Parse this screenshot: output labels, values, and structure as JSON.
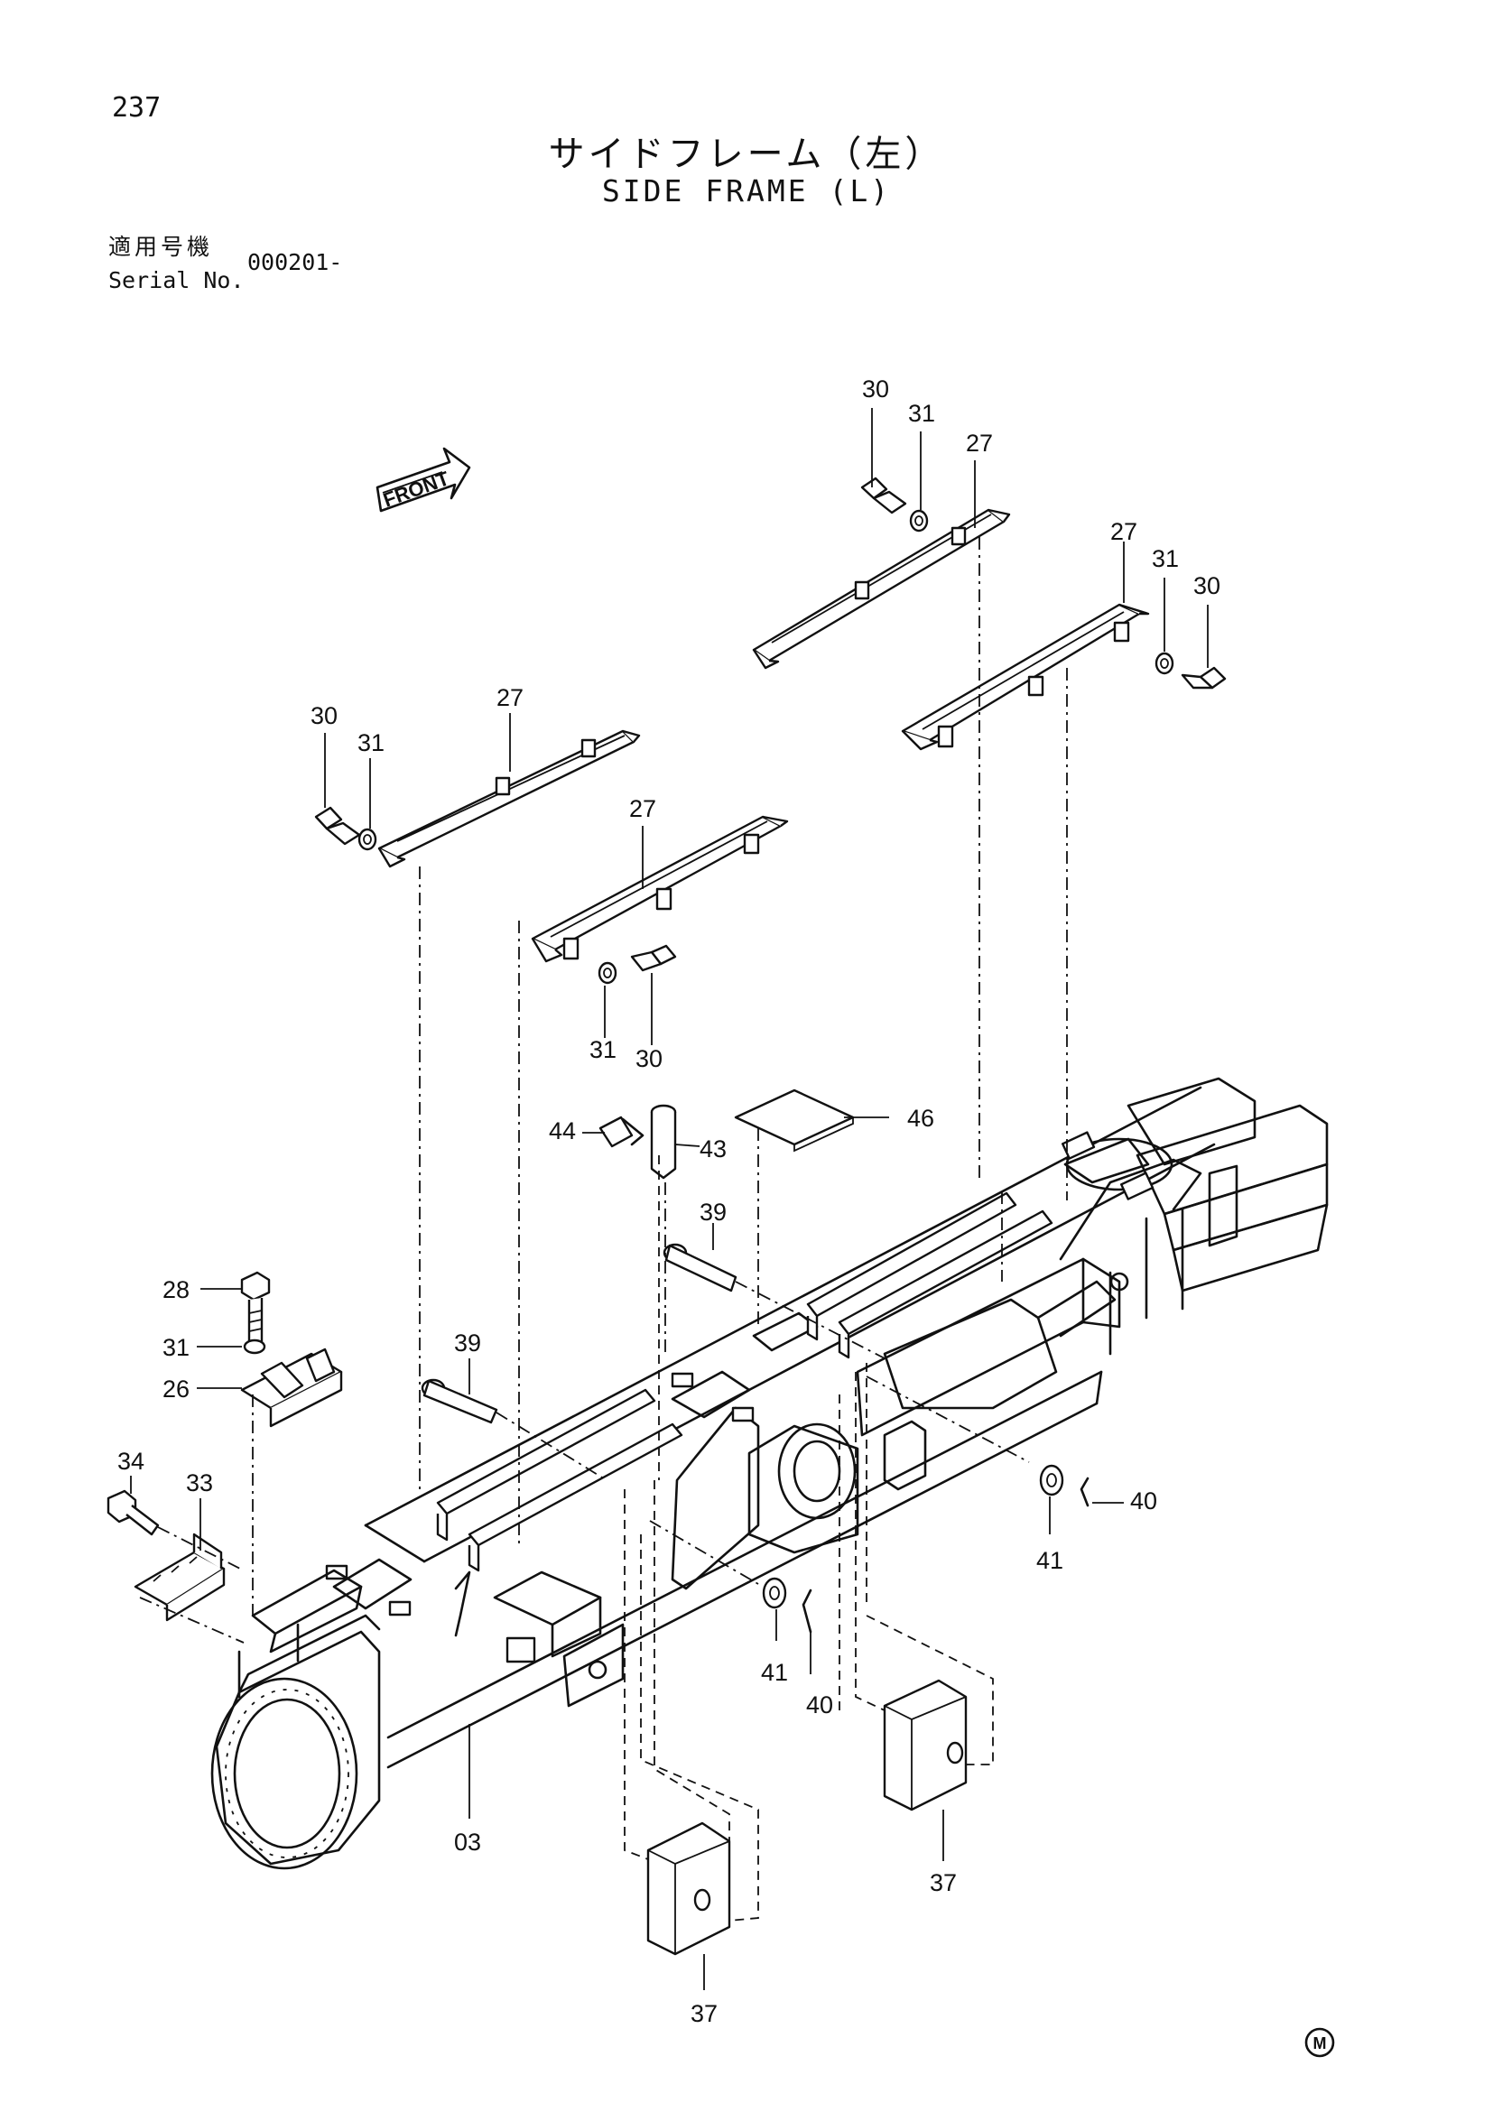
{
  "page": {
    "number": "237"
  },
  "title": {
    "japanese": "サイドフレーム（左）",
    "english": "SIDE FRAME (L)"
  },
  "serial": {
    "label_japanese": "適用号機",
    "label_english": "Serial No.",
    "value": "000201-"
  },
  "front_marker": {
    "label": "FRONT",
    "icon": "front-arrow-icon"
  },
  "maker_mark": {
    "label": "M",
    "icon": "circled-m-icon"
  },
  "part_callouts": [
    "30",
    "31",
    "27",
    "27",
    "31",
    "30",
    "30",
    "31",
    "27",
    "27",
    "31",
    "30",
    "44",
    "43",
    "46",
    "39",
    "28",
    "31",
    "26",
    "39",
    "34",
    "33",
    "41",
    "40",
    "41",
    "40",
    "03",
    "37",
    "37"
  ]
}
